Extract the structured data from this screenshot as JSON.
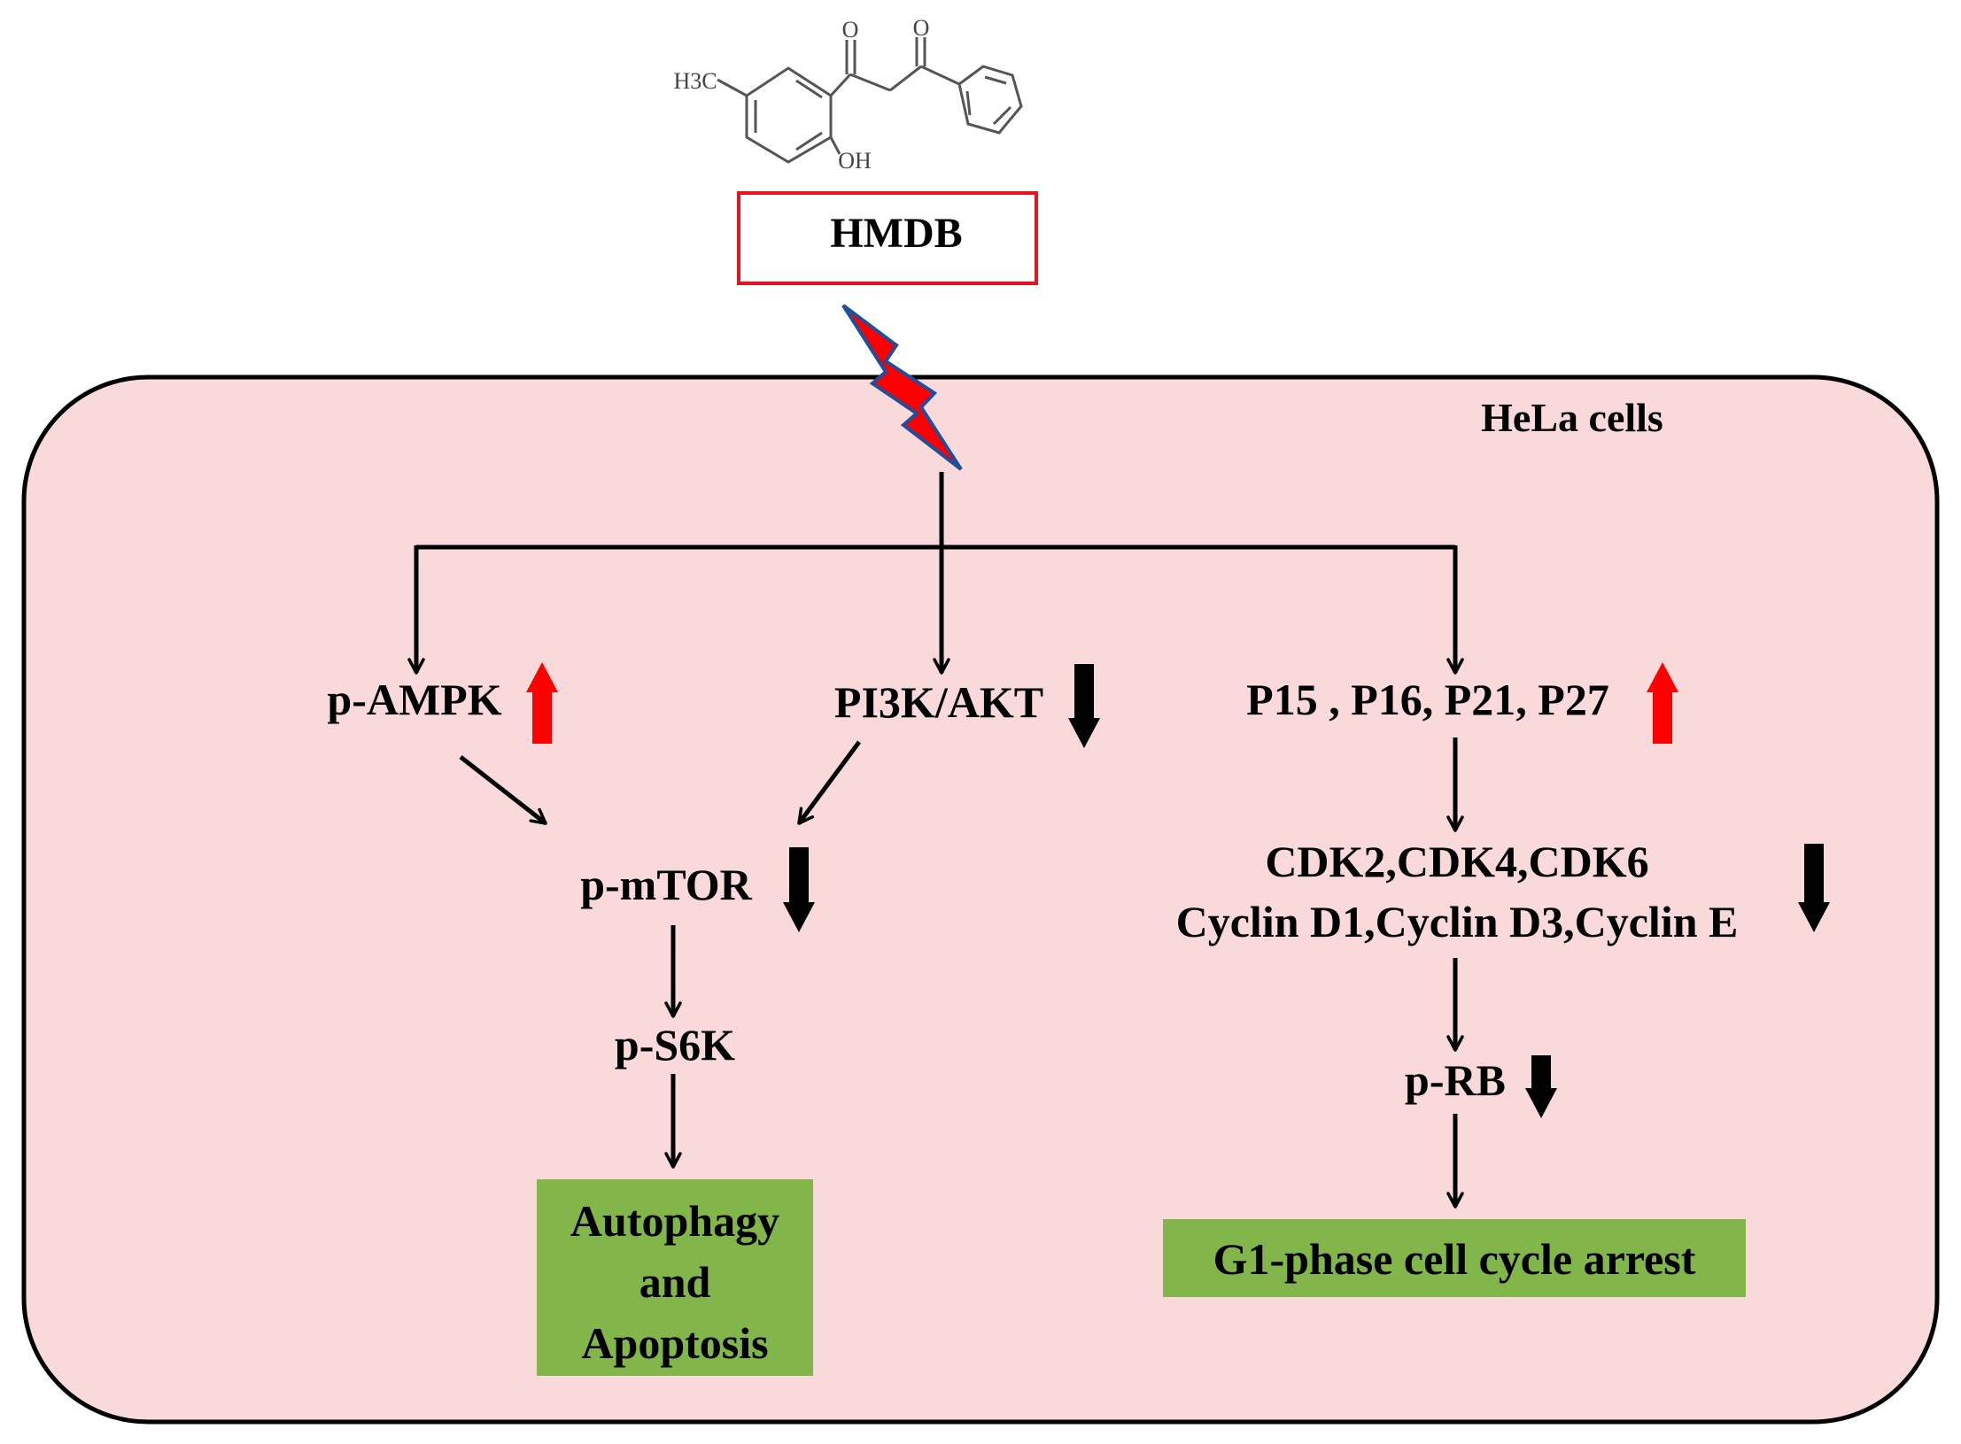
{
  "compound": {
    "label": "HMDB",
    "structure_labels": {
      "methyl": "H3C",
      "hydroxyl": "OH",
      "oxygen": "O"
    }
  },
  "cell": {
    "label": "HeLa cells"
  },
  "nodes": {
    "ampk": "p-AMPK",
    "pi3k": "PI3K/AKT",
    "p_proteins": "P15 , P16, P21, P27",
    "mtor": "p-mTOR",
    "cdk_line1": "CDK2,CDK4,CDK6",
    "cdk_line2": "Cyclin D1,Cyclin D3,Cyclin E",
    "s6k": "p-S6K",
    "rb": "p-RB"
  },
  "outcomes": {
    "autophagy": [
      "Autophagy",
      "and",
      "Apoptosis"
    ],
    "arrest": "G1-phase cell cycle arrest"
  },
  "regulation": {
    "ampk": "up",
    "pi3k": "down",
    "p_proteins": "up",
    "mtor": "down",
    "cdk": "down",
    "rb": "down"
  },
  "colors": {
    "cell_fill": "#f9d9d9",
    "outcome_fill": "#82b54a",
    "up_arrow": "#ff0000",
    "down_arrow": "#000000",
    "compound_box_stroke": "#e8141c",
    "bolt_fill": "#ff0000",
    "bolt_stroke": "#1f4e9a"
  }
}
